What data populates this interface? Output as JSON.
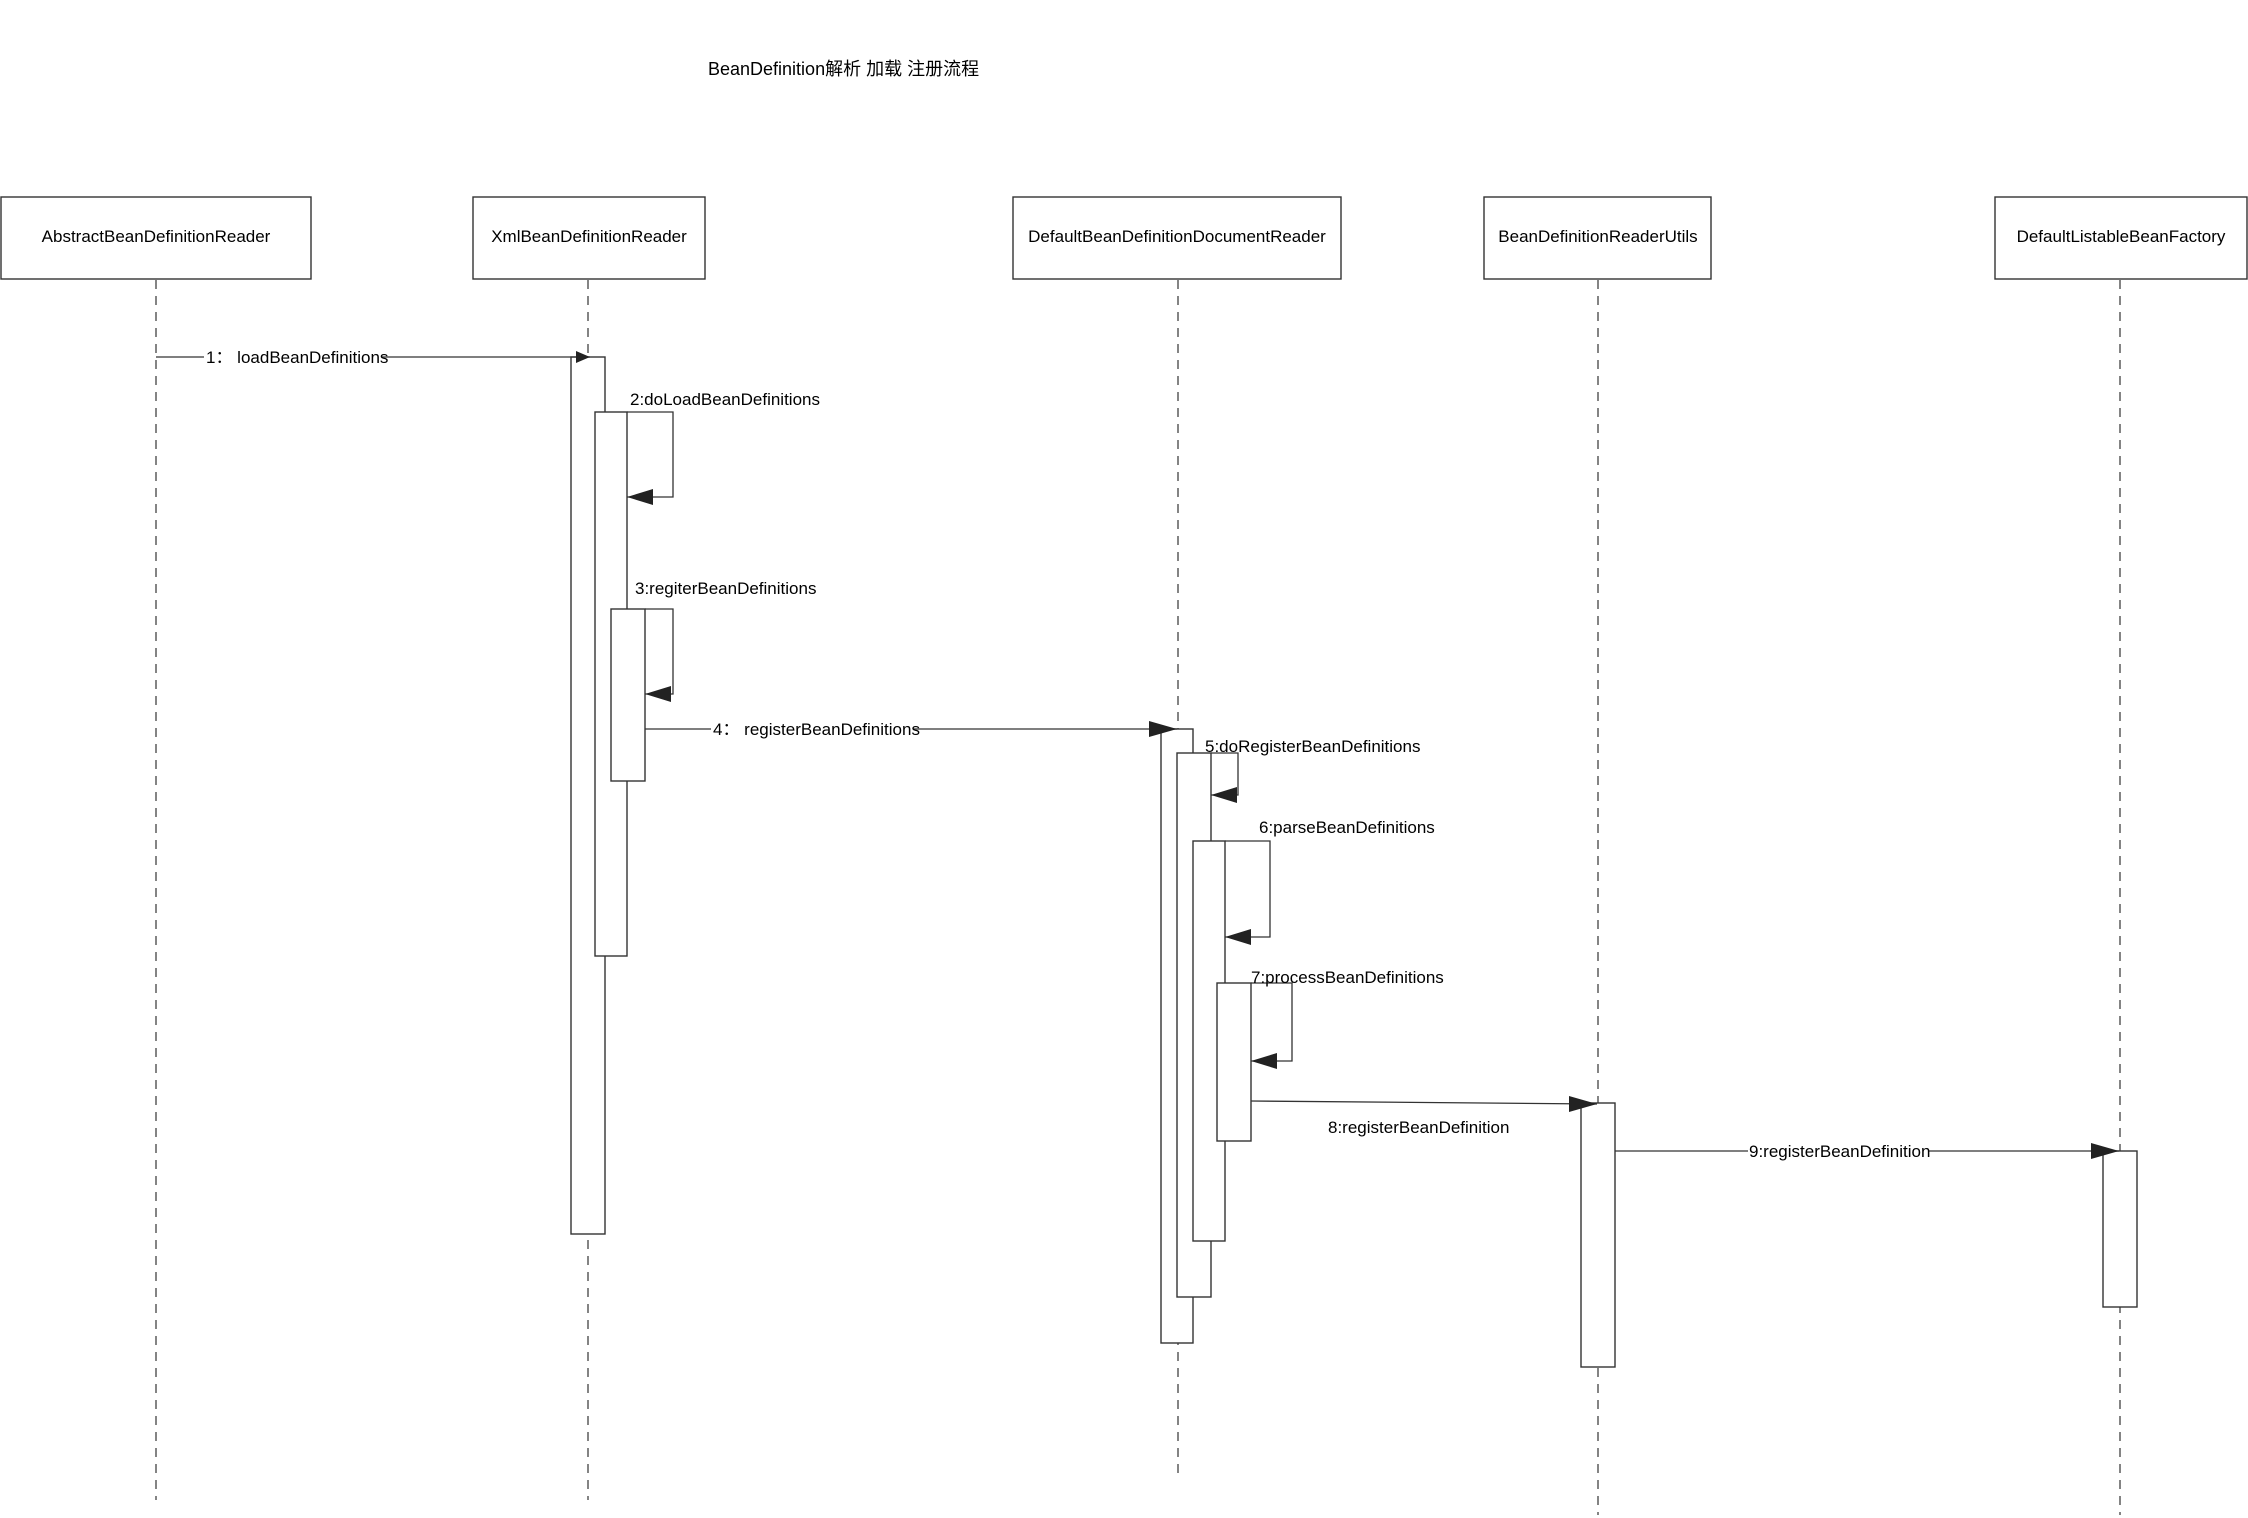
{
  "title": "BeanDefinition解析 加载 注册流程",
  "participants": [
    {
      "id": "p1",
      "name": "AbstractBeanDefinitionReader"
    },
    {
      "id": "p2",
      "name": "XmlBeanDefinitionReader"
    },
    {
      "id": "p3",
      "name": "DefaultBeanDefinitionDocumentReader"
    },
    {
      "id": "p4",
      "name": "BeanDefinitionReaderUtils"
    },
    {
      "id": "p5",
      "name": "DefaultListableBeanFactory"
    }
  ],
  "messages": [
    {
      "id": "m1",
      "label": "1： loadBeanDefinitions"
    },
    {
      "id": "m2",
      "label": "2:doLoadBeanDefinitions"
    },
    {
      "id": "m3",
      "label": "3:regiterBeanDefinitions"
    },
    {
      "id": "m4",
      "label": "4： registerBeanDefinitions"
    },
    {
      "id": "m5",
      "label": "5:doRegisterBeanDefinitions"
    },
    {
      "id": "m6",
      "label": "6:parseBeanDefinitions"
    },
    {
      "id": "m7",
      "label": "7:processBeanDefinitions"
    },
    {
      "id": "m8",
      "label": "8:registerBeanDefinition"
    },
    {
      "id": "m9",
      "label": "9:registerBeanDefinition"
    }
  ]
}
